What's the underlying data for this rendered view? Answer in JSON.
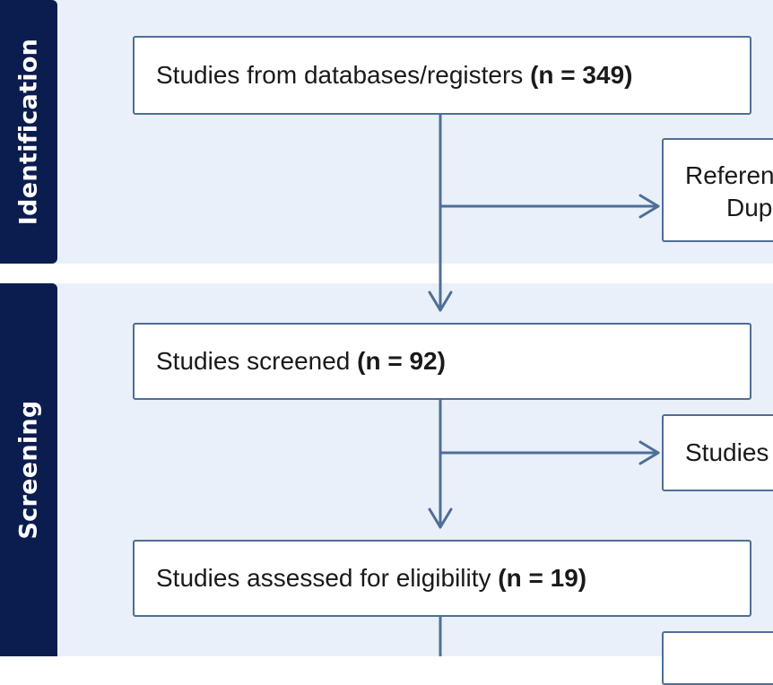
{
  "stages": {
    "identification": "Identification",
    "screening": "Screening"
  },
  "boxes": {
    "databases": {
      "label": "Studies from databases/registers ",
      "count": "(n = 349)"
    },
    "screened": {
      "label": "Studies screened ",
      "count": "(n = 92)"
    },
    "eligibility": {
      "label": "Studies assessed for eligibility ",
      "count": "(n = 19)"
    }
  },
  "side_boxes": {
    "references_line1": "Referen",
    "references_line2": "Dup",
    "excluded": "Studies"
  },
  "colors": {
    "stage_fill": "#0b1d4f",
    "band_fill": "#e9f0fa",
    "box_border": "#4f6e96",
    "arrow": "#4f6e96"
  }
}
